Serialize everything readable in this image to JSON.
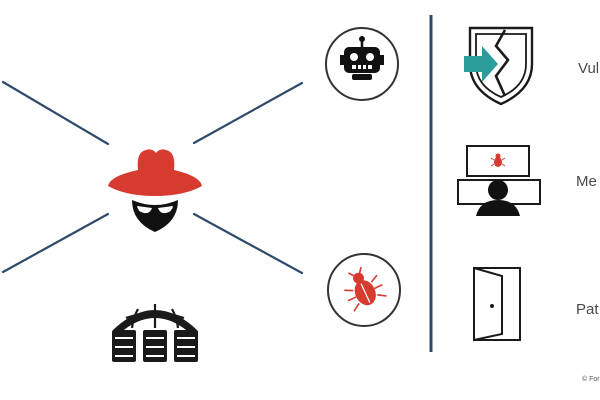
{
  "colors": {
    "line": "#2e4a6b",
    "hat": "#d73a2f",
    "arrow": "#2a9d99",
    "ink": "#1a1a1a",
    "circle_stroke": "#333333"
  },
  "icons": {
    "hacker": "hacker-red-hat-icon",
    "robot": "robot-icon",
    "bug": "bug-icon",
    "server": "server-globe-icon",
    "shield": "cracked-shield-arrow-icon",
    "monitor": "computer-user-bug-icon",
    "door": "door-icon"
  },
  "labels": {
    "vulnerability": "Vul",
    "malware": "Me",
    "patch": "Pat"
  },
  "footer": {
    "copyright": "© For"
  }
}
